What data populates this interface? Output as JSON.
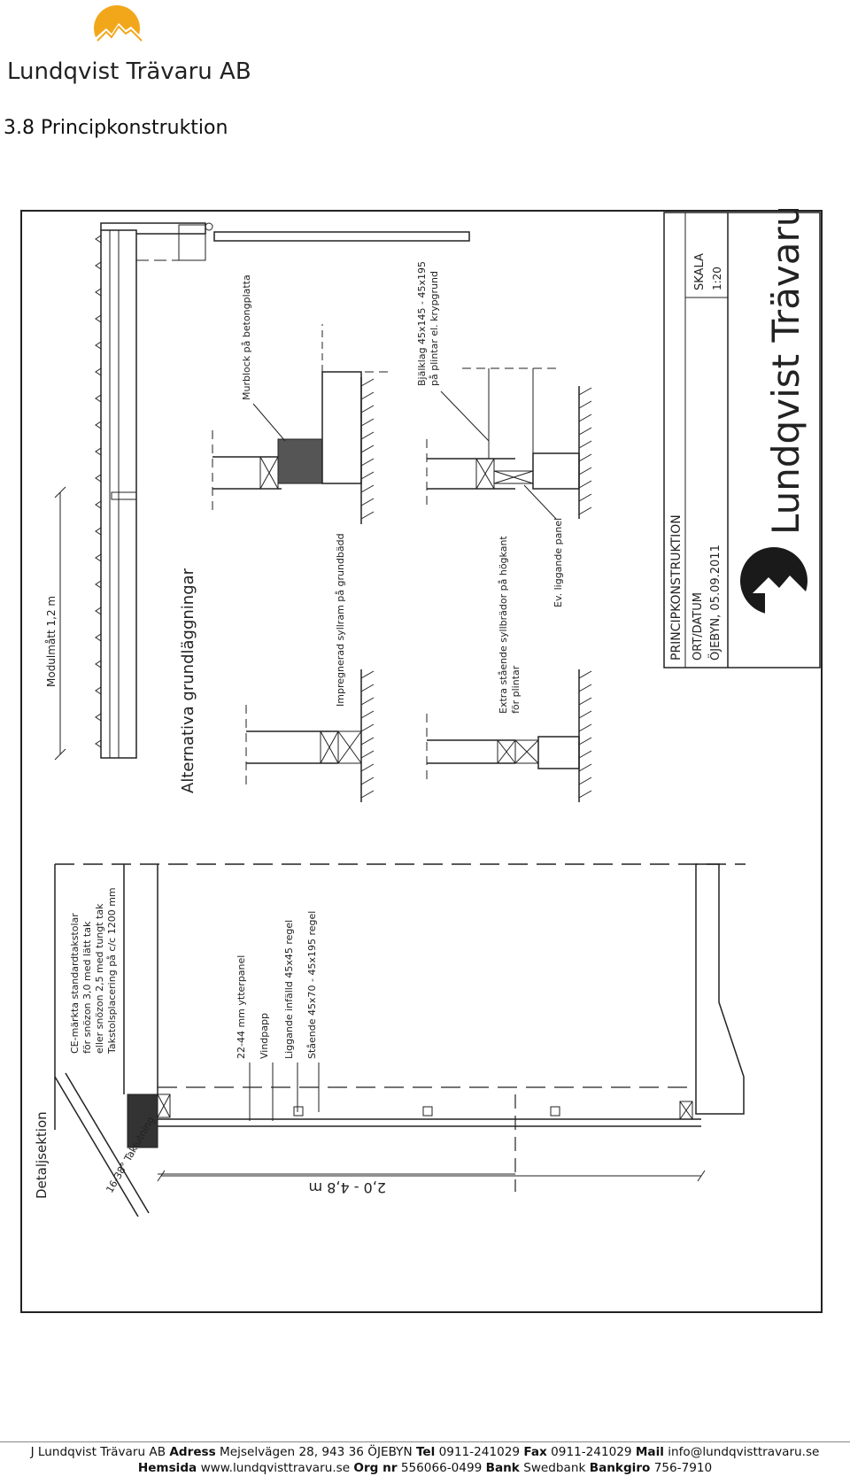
{
  "header": {
    "company_name": "Lundqvist Trävaru AB",
    "brand_color": "#F2A71B"
  },
  "page_title": "3.8 Principkonstruktion",
  "drawing": {
    "left_label": "Detaljsektion",
    "slope_label": "16-38° Taklutning",
    "truss_note": [
      "CE-märkta standardtakstolar",
      "för snözon 3,0 med lätt tak",
      "eller snözon 2,5 med tungt tak",
      "Takstolsplacering på c/c 1200 mm"
    ],
    "layer_labels": [
      "22-44 mm ytterpanel",
      "Vindpapp",
      "Liggande infälld 45x45 regel",
      "Stående 45x70 - 45x195 regel"
    ],
    "height_dim": "2,0 - 4,8 m",
    "module_dim": "Modulmått 1,2 m",
    "foundations_title": "Alternativa grundläggningar",
    "notes": {
      "impregnerad": "Impregnerad syllram på grundbädd",
      "murblock": "Murblock på betongplatta",
      "extra": [
        "Extra stående syllbrädor på högkant",
        "för plintar"
      ],
      "bjalklag": [
        "Bjälklag 45x145 - 45x195",
        "på plintar el. krypgrund"
      ],
      "ev_panel": "Ev. liggande panel"
    },
    "title_block": {
      "title": "PRINCIPKONSTRUKTION",
      "ort_label": "ORT/DATUM",
      "ort_value": "ÖJEBYN, 05.09.2011",
      "scale_label": "SKALA",
      "scale_value": "1:20",
      "company": "Lundqvist Trävaru AB"
    }
  },
  "footer": {
    "company": "J Lundqvist Trävaru AB",
    "address_label": "Adress",
    "address": "Mejselvägen 28, 943 36 ÖJEBYN",
    "tel_label": "Tel",
    "tel": "0911-241029",
    "fax_label": "Fax",
    "fax": "0911-241029",
    "mail_label": "Mail",
    "mail": "info@lundqvisttravaru.se",
    "web_label": "Hemsida",
    "web": "www.lundqvisttravaru.se",
    "org_label": "Org nr",
    "org": "556066-0499",
    "bank_label": "Bank",
    "bank": "Swedbank",
    "bankgiro_label": "Bankgiro",
    "bankgiro": "756-7910"
  }
}
